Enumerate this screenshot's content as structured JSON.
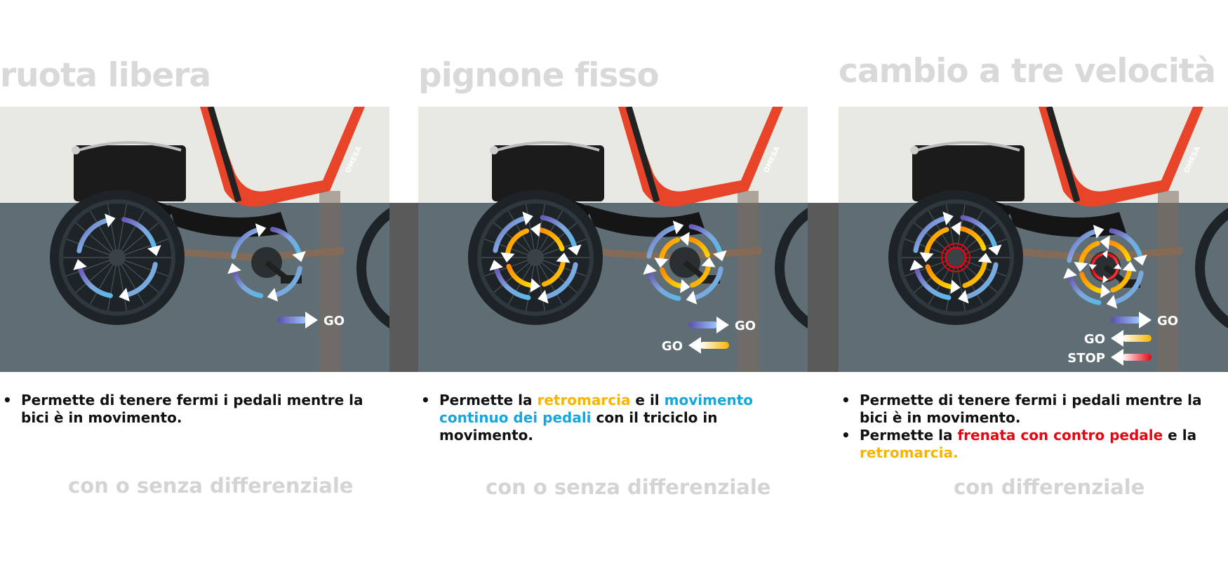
{
  "panels": [
    {
      "title": "ruota libera",
      "bullets": [
        {
          "parts": [
            {
              "text": "Permette di tenere fermi i pedali mentre la bici è in movimento.",
              "color": "black"
            }
          ]
        }
      ],
      "subtitle": "con o senza differenziale",
      "legend": [
        {
          "label": "GO",
          "direction": "forward"
        }
      ]
    },
    {
      "title": "pignone fisso",
      "bullets": [
        {
          "parts": [
            {
              "text": "Permette la ",
              "color": "black"
            },
            {
              "text": "retromarcia",
              "color": "orange"
            },
            {
              "text": " e il ",
              "color": "black"
            },
            {
              "text": "movimento continuo dei pedali",
              "color": "blue"
            },
            {
              "text": " con il triciclo in movimento.",
              "color": "black"
            }
          ]
        }
      ],
      "subtitle": "con o senza differenziale",
      "legend": [
        {
          "label": "GO",
          "direction": "forward"
        },
        {
          "label": "GO",
          "direction": "reverse"
        }
      ]
    },
    {
      "title": "cambio a tre velocità",
      "bullets": [
        {
          "parts": [
            {
              "text": "Permette di tenere fermi i pedali mentre la bici è in movimento.",
              "color": "black"
            }
          ]
        },
        {
          "parts": [
            {
              "text": "Permette la ",
              "color": "black"
            },
            {
              "text": "frenata con contro pedale",
              "color": "red"
            },
            {
              "text": " e la ",
              "color": "black"
            },
            {
              "text": "retromarcia.",
              "color": "orange"
            }
          ]
        }
      ],
      "subtitle": "con differenziale",
      "legend": [
        {
          "label": "GO",
          "direction": "forward"
        },
        {
          "label": "GO",
          "direction": "reverse"
        },
        {
          "label": "STOP",
          "direction": "brake"
        }
      ]
    }
  ],
  "brand_text": "OMESA",
  "colors": {
    "title_gray": "#d9d9d9",
    "subtitle_gray": "#d4d4d4",
    "orange": "#f7b400",
    "blue": "#12a8dc",
    "red": "#e30613",
    "frame_red": "#e8442a",
    "wall": "#e9e9e4",
    "floor": "#5f6e74"
  }
}
